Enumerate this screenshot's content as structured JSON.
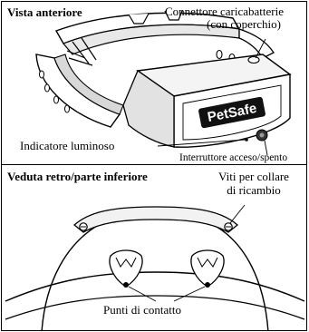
{
  "front_view": {
    "title": "Vista anteriore",
    "labels": {
      "charger_connector_line1": "Connettore caricabatterie",
      "charger_connector_line2": "(con coperchio)",
      "light_indicator": "Indicatore luminoso",
      "power_switch": "Interruttore acceso/spento",
      "brand": "PetSafe"
    }
  },
  "back_view": {
    "title": "Veduta retro/parte inferiore",
    "labels": {
      "screws_line1": "Viti per collare",
      "screws_line2": "di ricambio",
      "contact_points": "Punti di contatto"
    }
  }
}
